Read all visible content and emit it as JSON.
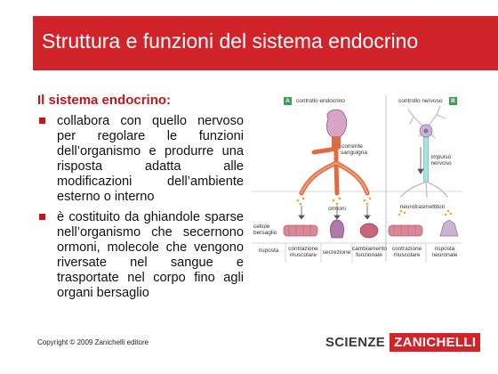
{
  "slide": {
    "title": "Struttura e funzioni del sistema endocrino",
    "subtitle": "Il sistema endocrino:",
    "bullets": [
      "collabora con quello nervoso per regolare le funzioni dell’organismo e produrre una risposta adatta alle modificazioni dell’ambiente esterno o interno",
      "è costituito da ghiandole sparse nell’organismo che secernono ormoni, molecole che vengono riversate nel sangue e trasportate nel corpo fino agli organi bersaglio"
    ]
  },
  "figure": {
    "panel_a_tag": "A",
    "panel_b_tag": "B",
    "panel_a_title": "controllo endocrino",
    "panel_b_title": "controllo nervoso",
    "labels": {
      "corrente_sanguigna": "corrente sanguigna",
      "impulso_nervoso": "impulso nervoso",
      "cellule_bersaglio": "cellule bersaglio",
      "ormoni": "ormoni",
      "neurotrasmettitori": "neurotrasmettitori"
    },
    "response_row": [
      "risposta",
      "contrazione muscolare",
      "secrezione",
      "cambiamento funzionale",
      "contrazione muscolare",
      "risposta neuronale"
    ],
    "colors": {
      "vessel": "#e06a42",
      "gland": "#8a5b8f",
      "neuron": "#c9b4d4",
      "hormone": "#e7a21c",
      "target": "#b65b6a"
    }
  },
  "footer": {
    "copyright": "Copyright © 2009 Zanichelli editore",
    "brand_left": "SCIENZE",
    "brand_right": "ZANICHELLI"
  }
}
